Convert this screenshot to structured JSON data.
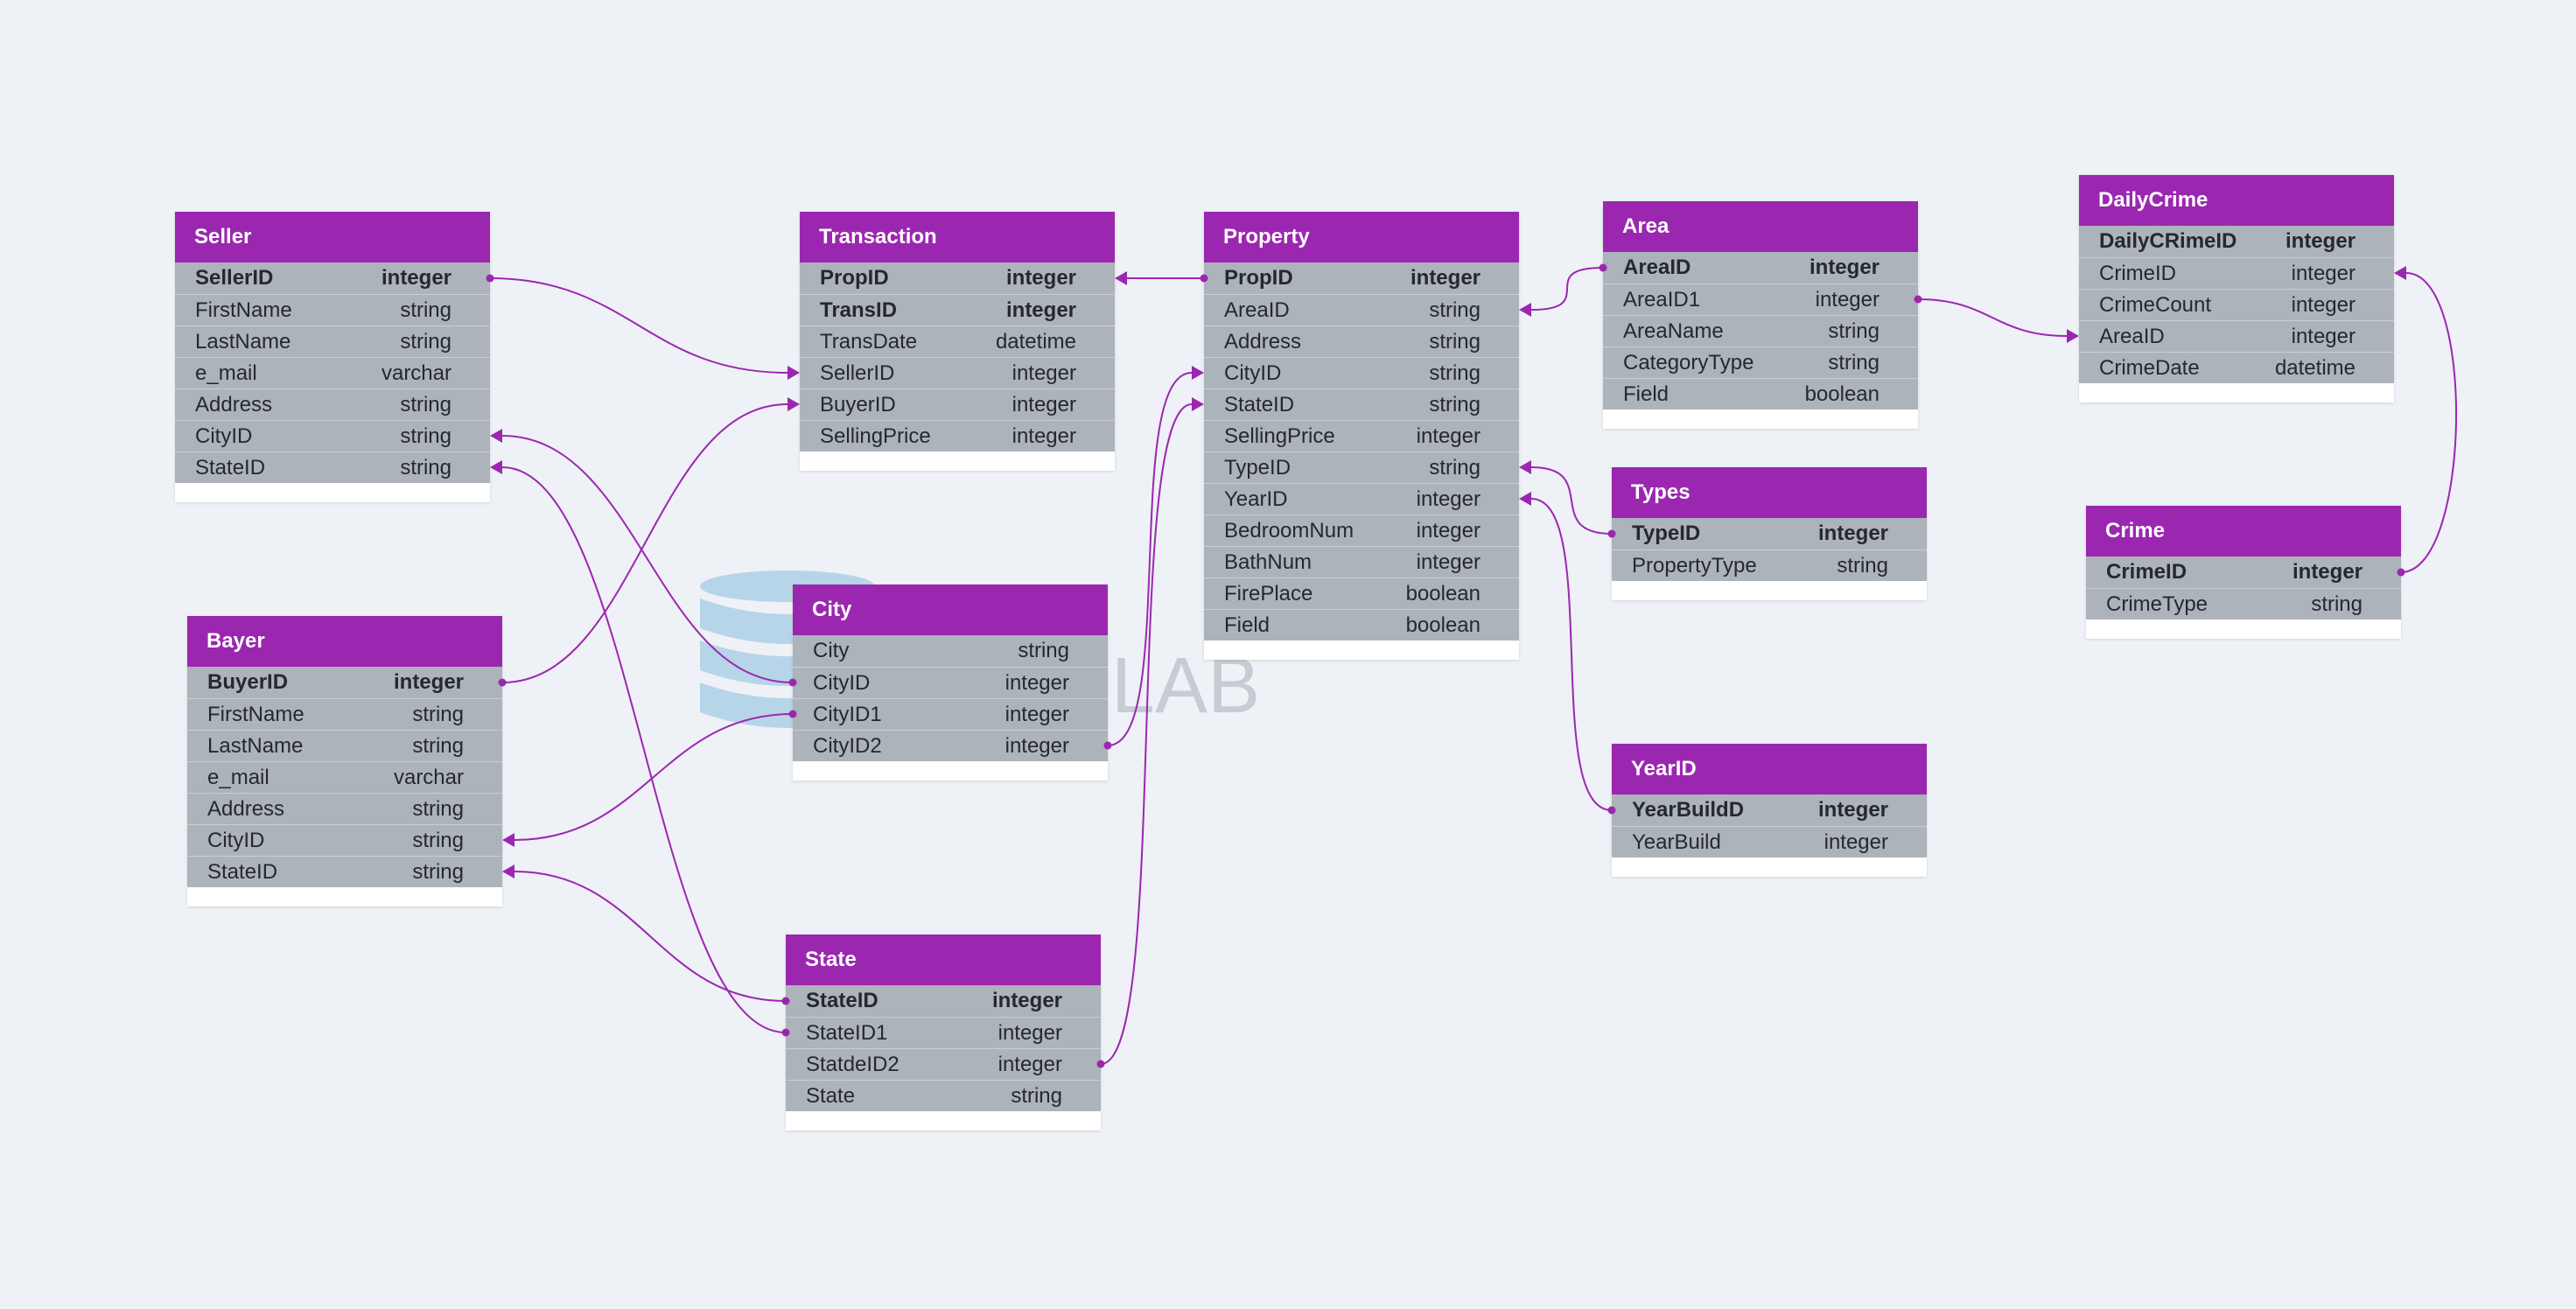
{
  "watermark": {
    "text": "LAB"
  },
  "tables": [
    {
      "id": "seller",
      "title": "Seller",
      "rows": [
        {
          "name": "SellerID",
          "type": "integer",
          "pk": true
        },
        {
          "name": "FirstName",
          "type": "string"
        },
        {
          "name": "LastName",
          "type": "string"
        },
        {
          "name": "e_mail",
          "type": "varchar"
        },
        {
          "name": "Address",
          "type": "string"
        },
        {
          "name": "CityID",
          "type": "string"
        },
        {
          "name": "StateID",
          "type": "string"
        }
      ]
    },
    {
      "id": "bayer",
      "title": "Bayer",
      "rows": [
        {
          "name": "BuyerID",
          "type": "integer",
          "pk": true
        },
        {
          "name": "FirstName",
          "type": "string"
        },
        {
          "name": "LastName",
          "type": "string"
        },
        {
          "name": "e_mail",
          "type": "varchar"
        },
        {
          "name": "Address",
          "type": "string"
        },
        {
          "name": "CityID",
          "type": "string"
        },
        {
          "name": "StateID",
          "type": "string"
        }
      ]
    },
    {
      "id": "transaction",
      "title": "Transaction",
      "rows": [
        {
          "name": "PropID",
          "type": "integer",
          "pk": true
        },
        {
          "name": "TransID",
          "type": "integer",
          "pk": true
        },
        {
          "name": "TransDate",
          "type": "datetime"
        },
        {
          "name": "SellerID",
          "type": "integer"
        },
        {
          "name": "BuyerID",
          "type": "integer"
        },
        {
          "name": "SellingPrice",
          "type": "integer"
        }
      ]
    },
    {
      "id": "city",
      "title": "City",
      "rows": [
        {
          "name": "City",
          "type": "string"
        },
        {
          "name": "CityID",
          "type": "integer"
        },
        {
          "name": "CityID1",
          "type": "integer"
        },
        {
          "name": "CityID2",
          "type": "integer"
        }
      ]
    },
    {
      "id": "state",
      "title": "State",
      "rows": [
        {
          "name": "StateID",
          "type": "integer",
          "pk": true
        },
        {
          "name": "StateID1",
          "type": "integer"
        },
        {
          "name": "StatdeID2",
          "type": "integer"
        },
        {
          "name": "State",
          "type": "string"
        }
      ]
    },
    {
      "id": "property",
      "title": "Property",
      "rows": [
        {
          "name": "PropID",
          "type": "integer",
          "pk": true
        },
        {
          "name": "AreaID",
          "type": "string"
        },
        {
          "name": "Address",
          "type": "string"
        },
        {
          "name": "CityID",
          "type": "string"
        },
        {
          "name": "StateID",
          "type": "string"
        },
        {
          "name": "SellingPrice",
          "type": "integer"
        },
        {
          "name": "TypeID",
          "type": "string"
        },
        {
          "name": "YearID",
          "type": "integer"
        },
        {
          "name": "BedroomNum",
          "type": "integer"
        },
        {
          "name": "BathNum",
          "type": "integer"
        },
        {
          "name": "FirePlace",
          "type": "boolean"
        },
        {
          "name": "Field",
          "type": "boolean"
        }
      ]
    },
    {
      "id": "area",
      "title": "Area",
      "rows": [
        {
          "name": "AreaID",
          "type": "integer",
          "pk": true
        },
        {
          "name": "AreaID1",
          "type": "integer"
        },
        {
          "name": "AreaName",
          "type": "string"
        },
        {
          "name": "CategoryType",
          "type": "string"
        },
        {
          "name": "Field",
          "type": "boolean"
        }
      ]
    },
    {
      "id": "types",
      "title": "Types",
      "rows": [
        {
          "name": "TypeID",
          "type": "integer",
          "pk": true
        },
        {
          "name": "PropertyType",
          "type": "string"
        }
      ]
    },
    {
      "id": "yearid",
      "title": "YearID",
      "rows": [
        {
          "name": "YearBuildD",
          "type": "integer",
          "pk": true
        },
        {
          "name": "YearBuild",
          "type": "integer"
        }
      ]
    },
    {
      "id": "dailycrime",
      "title": "DailyCrime",
      "rows": [
        {
          "name": "DailyCRimeID",
          "type": "integer",
          "pk": true
        },
        {
          "name": "CrimeID",
          "type": "integer"
        },
        {
          "name": "CrimeCount",
          "type": "integer"
        },
        {
          "name": "AreaID",
          "type": "integer"
        },
        {
          "name": "CrimeDate",
          "type": "datetime"
        }
      ]
    },
    {
      "id": "crime",
      "title": "Crime",
      "rows": [
        {
          "name": "CrimeID",
          "type": "integer",
          "pk": true
        },
        {
          "name": "CrimeType",
          "type": "string"
        }
      ]
    }
  ],
  "relations": [
    {
      "from": [
        "seller",
        0
      ],
      "to": [
        "transaction",
        3
      ]
    },
    {
      "from": [
        "bayer",
        0
      ],
      "to": [
        "transaction",
        4
      ]
    },
    {
      "from": [
        "property",
        0
      ],
      "to": [
        "transaction",
        0
      ]
    },
    {
      "from": [
        "city",
        1
      ],
      "to": [
        "seller",
        5
      ]
    },
    {
      "from": [
        "city",
        2
      ],
      "to": [
        "bayer",
        5
      ]
    },
    {
      "from": [
        "city",
        3
      ],
      "to": [
        "property",
        3
      ]
    },
    {
      "from": [
        "state",
        0
      ],
      "to": [
        "bayer",
        6
      ]
    },
    {
      "from": [
        "state",
        1
      ],
      "to": [
        "seller",
        6
      ]
    },
    {
      "from": [
        "state",
        2
      ],
      "to": [
        "property",
        4
      ]
    },
    {
      "from": [
        "area",
        0
      ],
      "to": [
        "property",
        1
      ]
    },
    {
      "from": [
        "types",
        0
      ],
      "to": [
        "property",
        6
      ]
    },
    {
      "from": [
        "yearid",
        0
      ],
      "to": [
        "property",
        7
      ]
    },
    {
      "from": [
        "area",
        1
      ],
      "to": [
        "dailycrime",
        3
      ]
    },
    {
      "from": [
        "crime",
        0
      ],
      "to": [
        "dailycrime",
        1
      ]
    }
  ],
  "colors": {
    "header": "#9b27b0",
    "row": "#adb3ba",
    "link": "#9b27b0",
    "background": "#eef1f5"
  }
}
